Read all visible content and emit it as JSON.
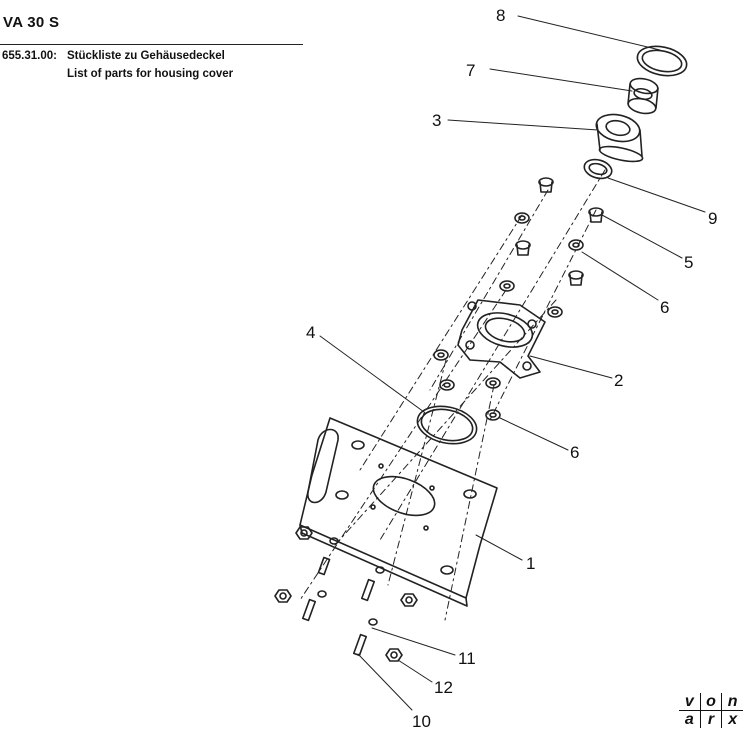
{
  "header": {
    "title": "VA 30 S",
    "code": "655.31.00:",
    "label_de": "Stückliste zu Gehäusedeckel",
    "label_en": "List of parts for housing cover"
  },
  "callouts": [
    "1",
    "2",
    "3",
    "4",
    "5",
    "6",
    "6",
    "7",
    "8",
    "9",
    "10",
    "11",
    "12"
  ],
  "logo": {
    "top": [
      "v",
      "o",
      "n"
    ],
    "bottom": [
      "a",
      "r",
      "x"
    ]
  },
  "colors": {
    "ink": "#111111",
    "paper": "#ffffff"
  }
}
